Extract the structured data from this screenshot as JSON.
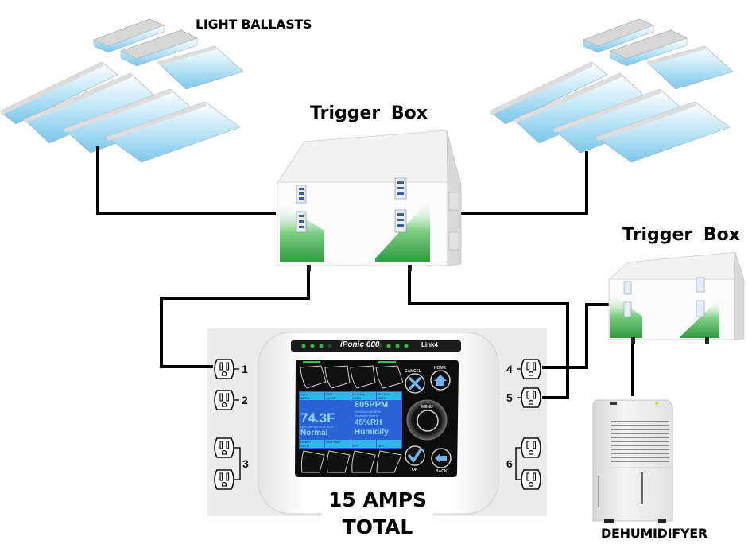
{
  "labels": {
    "light_ballasts": "LIGHT BALLASTS",
    "trigger_box_main": "Trigger  Box",
    "trigger_box_secondary": "Trigger  Box",
    "dehumidifier": "DEHUMIDIFYER",
    "amps_line1": "15 AMPS",
    "amps_line2": "TOTAL"
  },
  "controller": {
    "model": "iPonic 600",
    "brand": "Link4",
    "buttons": {
      "cancel": "CANCEL",
      "home": "HOME",
      "menu": "MENU",
      "ok": "OK",
      "back": "BACK"
    },
    "screen": {
      "top_cells": [
        {
          "name": "Light",
          "mode": "AUTO"
        },
        {
          "name": "CO2",
          "mode": "AUTO"
        },
        {
          "name": "Irri Pump",
          "mode": "AUTO"
        },
        {
          "name": "De Hum",
          "mode": "AUTO"
        }
      ],
      "temperature": "74.3F",
      "setpoint": "Night SetPoint 80.0F/80.0F",
      "temp_status": "Normal",
      "co2": "805PPM",
      "datetime": "10/13/2010  05:05PM",
      "grow_week": "Growweek Week 5",
      "humidity": "45%RH",
      "humidity_status": "Humidify",
      "bottom_cells": [
        {
          "name": "Heater",
          "mode": "AUTO"
        },
        {
          "name": "Vent Fans",
          "mode": ""
        },
        {
          "name": "",
          "mode": "OFF"
        },
        {
          "name": "",
          "mode": "OFF"
        }
      ]
    }
  },
  "outlets": {
    "numbers": [
      "1",
      "2",
      "3",
      "4",
      "5",
      "6"
    ]
  },
  "colors": {
    "wire": "#000000",
    "screen_blue": "#2a62d6",
    "screen_cyan": "#2fb7ea",
    "trigger_green": "#3aa04a",
    "led_green": "#2fbf3a",
    "panel_gray": "#ebebeb",
    "lamp_blue": "#a9dcf2"
  }
}
